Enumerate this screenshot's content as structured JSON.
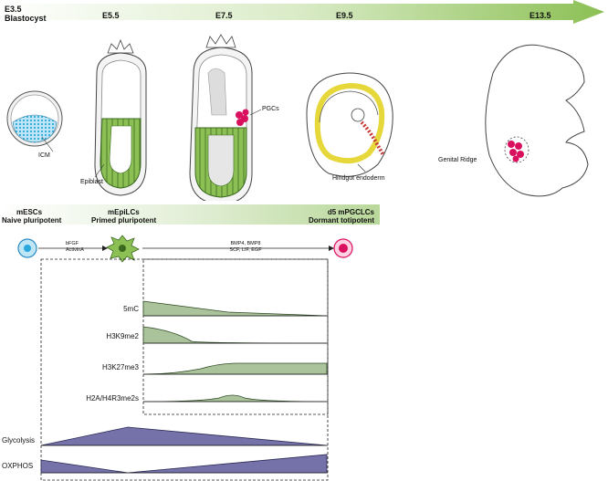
{
  "timeline": {
    "stages": [
      {
        "label_line1": "E3.5",
        "label_line2": "Blastocyst"
      },
      {
        "label": "E5.5"
      },
      {
        "label": "E7.5"
      },
      {
        "label": "E9.5"
      },
      {
        "label": "E13.5"
      }
    ]
  },
  "embryo_labels": {
    "icm": "ICM",
    "epiblast": "Epiblast",
    "pgcs": "PGCs",
    "hindgut": "Hindgut endoderm",
    "genital_ridge": "Genital Ridge"
  },
  "cell_states": [
    {
      "name": "mESCs",
      "state": "Naive pluripotent"
    },
    {
      "name": "mEpiLCs",
      "state": "Primed pluripotent"
    },
    {
      "name": "d5 mPGCLCs",
      "state": "Dormant totipotent"
    }
  ],
  "treatments": {
    "step1_line1": "bFGF",
    "step1_line2": "ActivinA",
    "step2_line1": "BMP4, BMP8",
    "step2_line2": "SCF, LIF, EGF"
  },
  "epigenetic_marks": [
    "5mC",
    "H3K9me2",
    "H3K27me3",
    "H2A/H4R3me2s"
  ],
  "metabolism": [
    "Glycolysis",
    "OXPHOS"
  ],
  "colors": {
    "green": "#8cc055",
    "green_dark": "#4a7a2a",
    "magenta": "#d8105e",
    "cyan": "#2aa8dc",
    "profile_fill": "#aac39b",
    "metabolism_fill": "#7472a8"
  }
}
